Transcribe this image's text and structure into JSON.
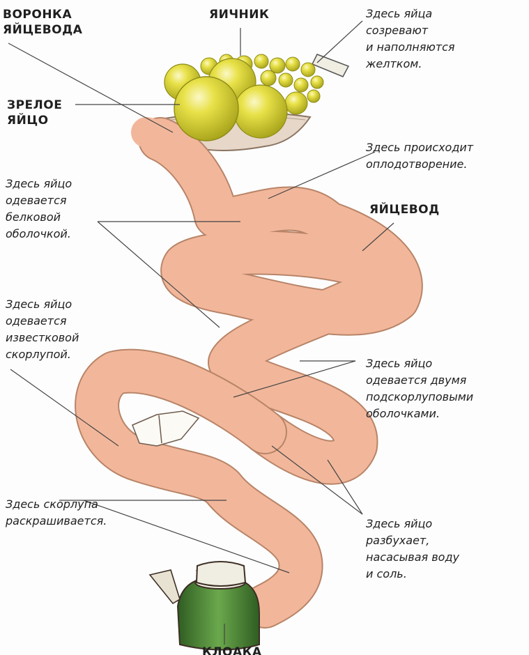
{
  "labels": {
    "funnel": "ВОРОНКА\nЯЙЦЕВОДА",
    "ovary": "ЯИЧНИК",
    "yolk_note": "Здесь яйца\nсозревают\nи наполняются\nжелтком.",
    "mature_egg": "ЗРЕЛОЕ\nЯЙЦО",
    "fertilization": "Здесь происходит\nоплодотворение.",
    "albumen": "Здесь яйцо\nодевается\nбелковой\nоболочкой.",
    "oviduct": "ЯЙЦЕВОД",
    "shell": "Здесь яйцо\nодевается\nизвестковой\nскорлупой.",
    "membranes": "Здесь яйцо\nодевается двумя\nподскорлуповыми\nоболочками.",
    "coloring": "Здесь скорлупа\nраскрашивается.",
    "swelling": "Здесь яйцо\nразбухает,\nнасасывая воду\nи соль.",
    "cloaca": "КЛОАКА"
  },
  "colors": {
    "tube": "#f2b79b",
    "tube_edge": "#b88468",
    "yolk": "#e3dc3a",
    "yolk_edge": "#8d8a16",
    "cloaca": "#4d8a36"
  }
}
